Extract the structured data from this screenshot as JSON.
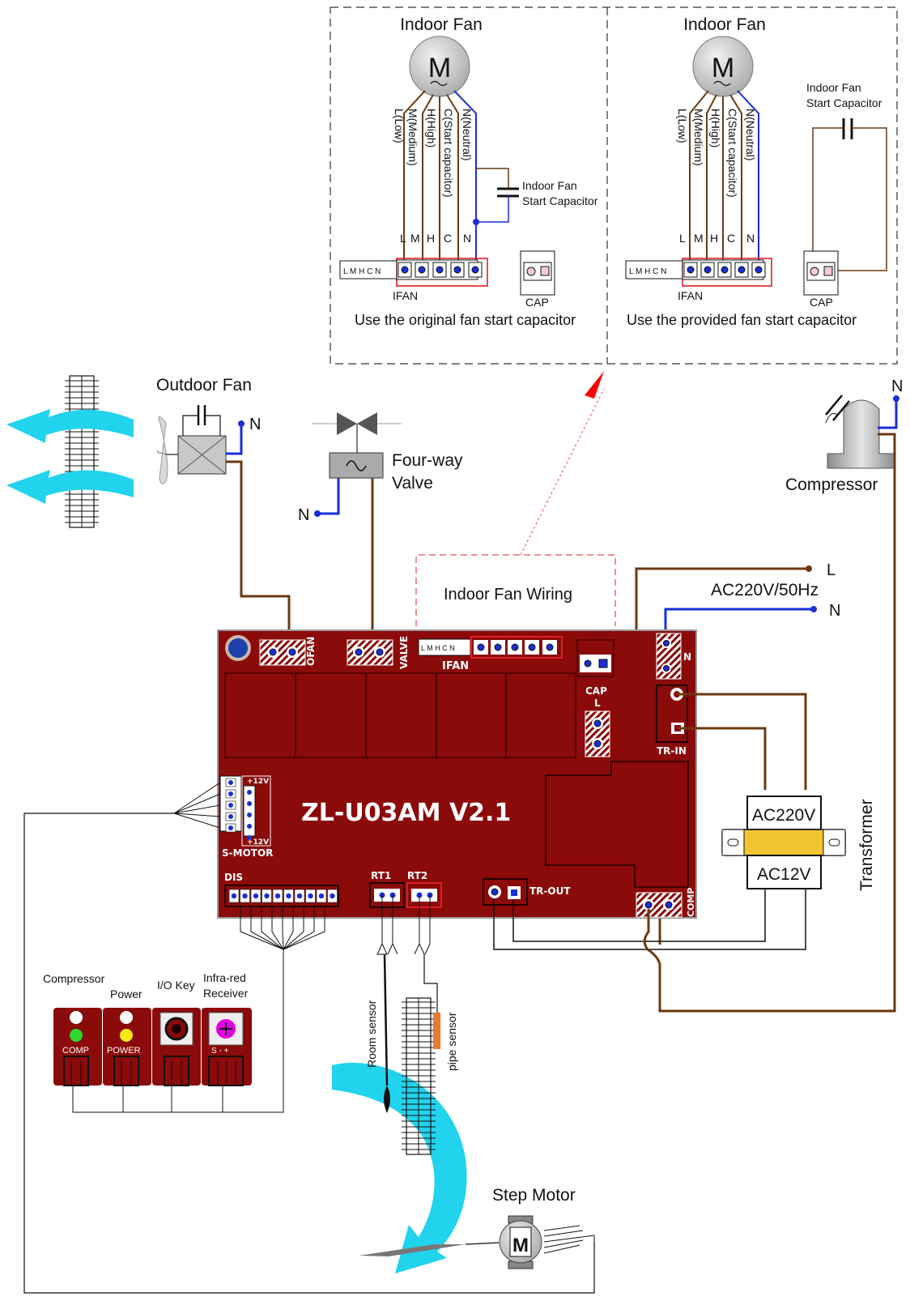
{
  "indoor_fan_panels": {
    "left": {
      "title": "Indoor Fan",
      "motor_letter": "M",
      "wire_labels": [
        "L(Low)",
        "M(Medium)",
        "H(High)",
        "C(Start capacitor)",
        "N(Neutral)"
      ],
      "capacitor_label_1": "Indoor Fan",
      "capacitor_label_2": "Start Capacitor",
      "terminal_letters": [
        "L",
        "M",
        "H",
        "C",
        "N"
      ],
      "connector_text": "L M H C N",
      "ifan_label": "IFAN",
      "cap_label": "CAP",
      "caption": "Use the original fan start capacitor"
    },
    "right": {
      "title": "Indoor Fan",
      "motor_letter": "M",
      "wire_labels": [
        "L(Low)",
        "M(Medium)",
        "H(High)",
        "C(Start capacitor)",
        "N(Neutral)"
      ],
      "capacitor_label_1": "Indoor Fan",
      "capacitor_label_2": "Start Capacitor",
      "terminal_letters": [
        "L",
        "M",
        "H",
        "C",
        "N"
      ],
      "connector_text": "L M H C N",
      "ifan_label": "IFAN",
      "cap_label": "CAP",
      "caption": "Use the provided fan start capacitor"
    }
  },
  "outdoor_fan": {
    "label": "Outdoor Fan",
    "neutral": "N"
  },
  "four_way_valve": {
    "label_1": "Four-way",
    "label_2": "Valve",
    "neutral": "N"
  },
  "compressor": {
    "label": "Compressor",
    "neutral": "N"
  },
  "power": {
    "live": "L",
    "supply": "AC220V/50Hz",
    "neutral": "N"
  },
  "indoor_fan_wiring_label": "Indoor Fan Wiring",
  "board": {
    "model": "ZL-U03AM V2.1",
    "ofan": "OFAN",
    "valve": "VALVE",
    "ifan": "IFAN",
    "ifan_connector_text": "L M H C N",
    "cap": "CAP",
    "l_terminal": "L",
    "n_terminal": "N",
    "tr_in": "TR-IN",
    "plus12v_top": "+12V",
    "plus12v_bottom": "+12V",
    "s_motor": "S-MOTOR",
    "dis": "DIS",
    "rt1": "RT1",
    "rt2": "RT2",
    "tr_out": "TR-OUT",
    "comp": "COMP"
  },
  "transformer": {
    "primary": "AC220V",
    "secondary": "AC12V",
    "label": "Transformer"
  },
  "display": {
    "compressor_label": "Compressor",
    "power_label": "Power",
    "io_key_label": "I/O Key",
    "ir_label_1": "Infra-red",
    "ir_label_2": "Receiver",
    "comp_led_text": "COMP",
    "power_led_text": "POWER",
    "ir_pins": "S - +"
  },
  "sensors": {
    "room": "Room sensor",
    "pipe": "pipe sensor"
  },
  "step_motor": {
    "label": "Step Motor",
    "motor_letter": "M"
  },
  "colors": {
    "board_red": "#8b0a0a",
    "brown_wire": "#6b3a10",
    "neutral_blue": "#1a2fd6",
    "airflow_cyan": "#22d3ee",
    "connector_highlight": "#e0202a",
    "capacitor_yellow": "#f3c431",
    "led_green": "#2bd82b",
    "led_yellow": "#f7e81a",
    "ir_magenta": "#e400e4",
    "pipe_sensor_orange": "#e87a2c"
  }
}
